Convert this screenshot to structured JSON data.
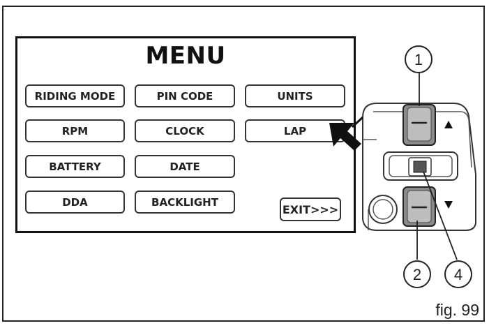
{
  "menu": {
    "title": "MENU",
    "items": [
      {
        "id": "riding-mode",
        "label": "RIDING MODE"
      },
      {
        "id": "pin-code",
        "label": "PIN CODE"
      },
      {
        "id": "units",
        "label": "UNITS"
      },
      {
        "id": "rpm",
        "label": "RPM"
      },
      {
        "id": "clock",
        "label": "CLOCK"
      },
      {
        "id": "lap",
        "label": "LAP"
      },
      {
        "id": "battery",
        "label": "BATTERY"
      },
      {
        "id": "date",
        "label": "DATE"
      },
      {
        "id": "dda",
        "label": "DDA"
      },
      {
        "id": "backlight",
        "label": "BACKLIGHT"
      }
    ],
    "exit_label": "EXIT>>>"
  },
  "callouts": {
    "up_button": "1",
    "down_button": "2",
    "center_button": "4"
  },
  "caption": "fig. 99",
  "icons": [
    "pointer-arrow-icon",
    "arrow-up-icon",
    "arrow-down-icon"
  ]
}
